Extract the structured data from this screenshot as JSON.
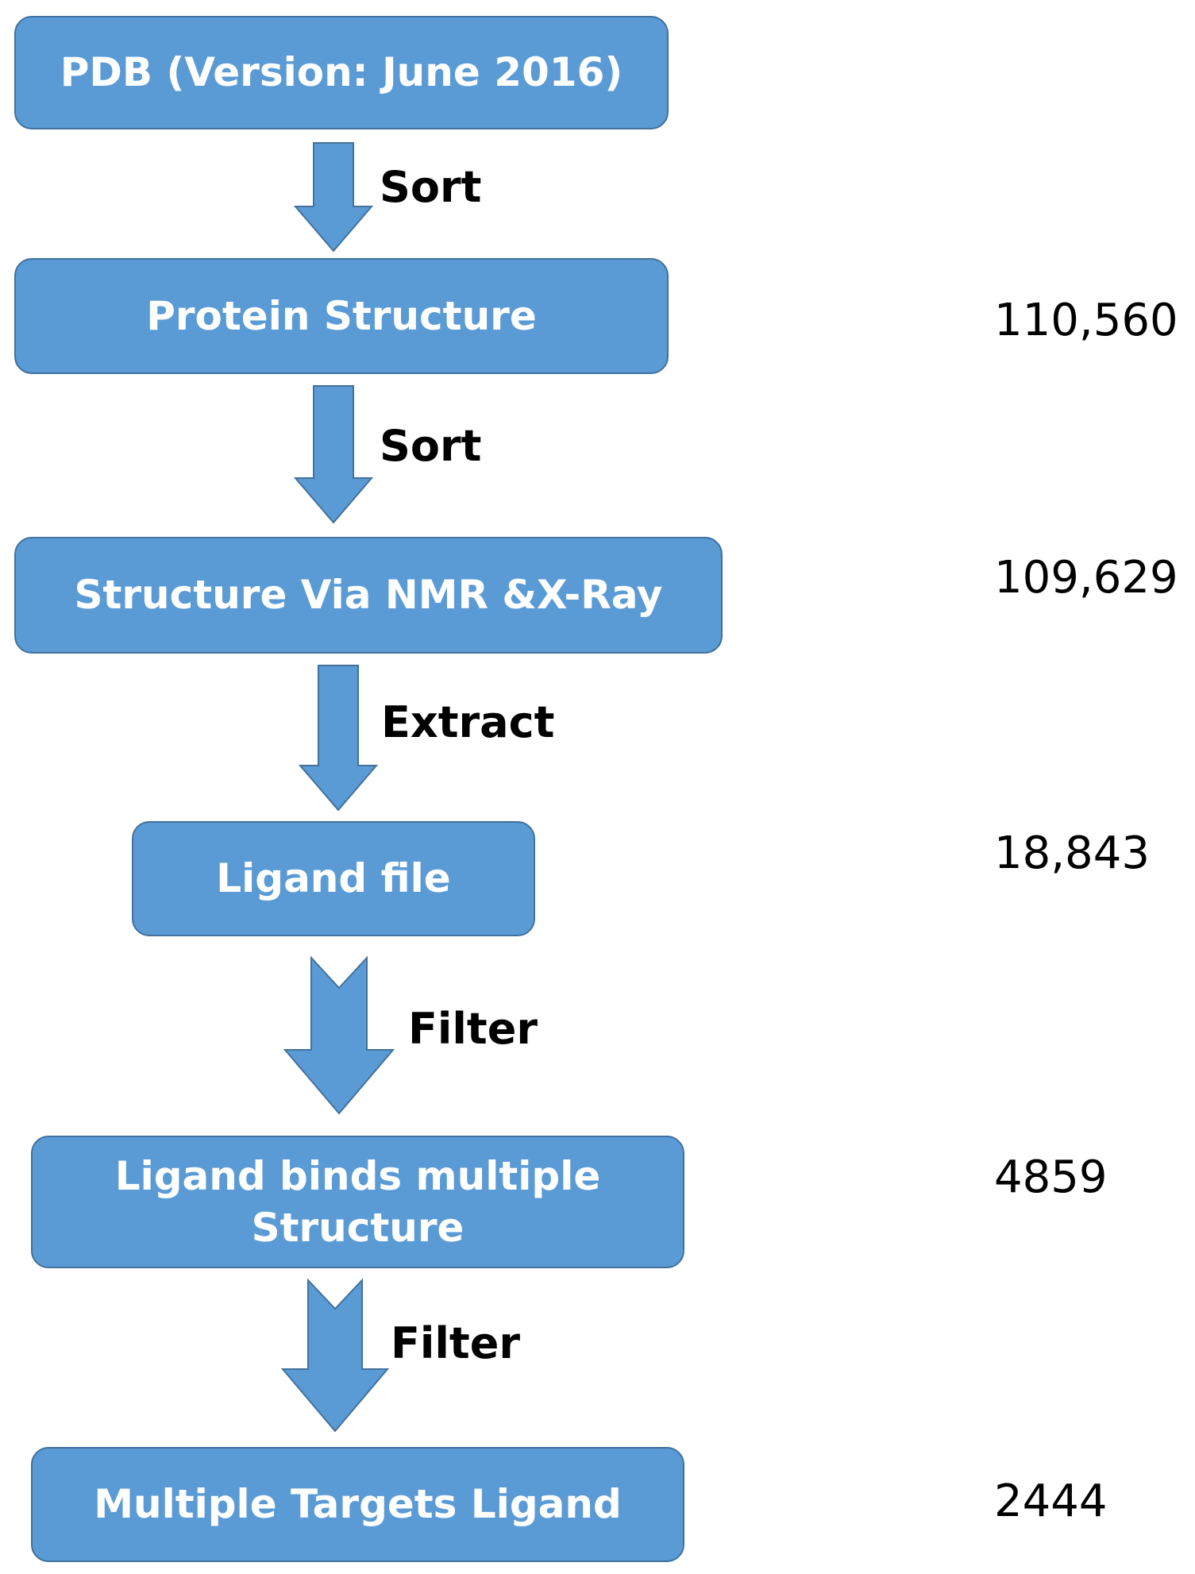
{
  "colors": {
    "box_fill": "#5b9bd5",
    "box_border": "#41719c",
    "box_text": "#ffffff",
    "label_text": "#000000"
  },
  "boxes": [
    {
      "text": "PDB (Version: June 2016)"
    },
    {
      "text": "Protein Structure"
    },
    {
      "text": "Structure Via NMR &X-Ray"
    },
    {
      "text": "Ligand file"
    },
    {
      "text": "Ligand binds multiple\nStructure"
    },
    {
      "text": "Multiple Targets Ligand"
    }
  ],
  "steps": [
    {
      "label": "Sort"
    },
    {
      "label": "Sort"
    },
    {
      "label": "Extract"
    },
    {
      "label": "Filter"
    },
    {
      "label": "Filter"
    }
  ],
  "counts": [
    {
      "value": "110,560"
    },
    {
      "value": "109,629"
    },
    {
      "value": "18,843"
    },
    {
      "value": "4859"
    },
    {
      "value": "2444"
    }
  ]
}
